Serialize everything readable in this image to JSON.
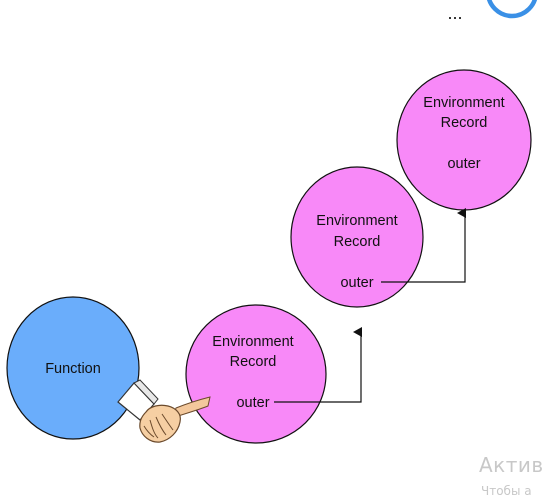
{
  "diagram": {
    "function_label": "Function",
    "ellipsis": "...",
    "records": [
      {
        "line1": "Environment",
        "line2": "Record",
        "outer": "outer"
      },
      {
        "line1": "Environment",
        "line2": "Record",
        "outer": "outer"
      },
      {
        "line1": "Environment",
        "line2": "Record",
        "outer": "outer"
      }
    ]
  },
  "colors": {
    "function_fill": "#6aadfb",
    "record_fill": "#f889f8",
    "outline": "#111111",
    "top_circle_stroke": "#3a90e6"
  },
  "watermark": {
    "title": "Актив",
    "subtitle": "Чтобы а"
  }
}
